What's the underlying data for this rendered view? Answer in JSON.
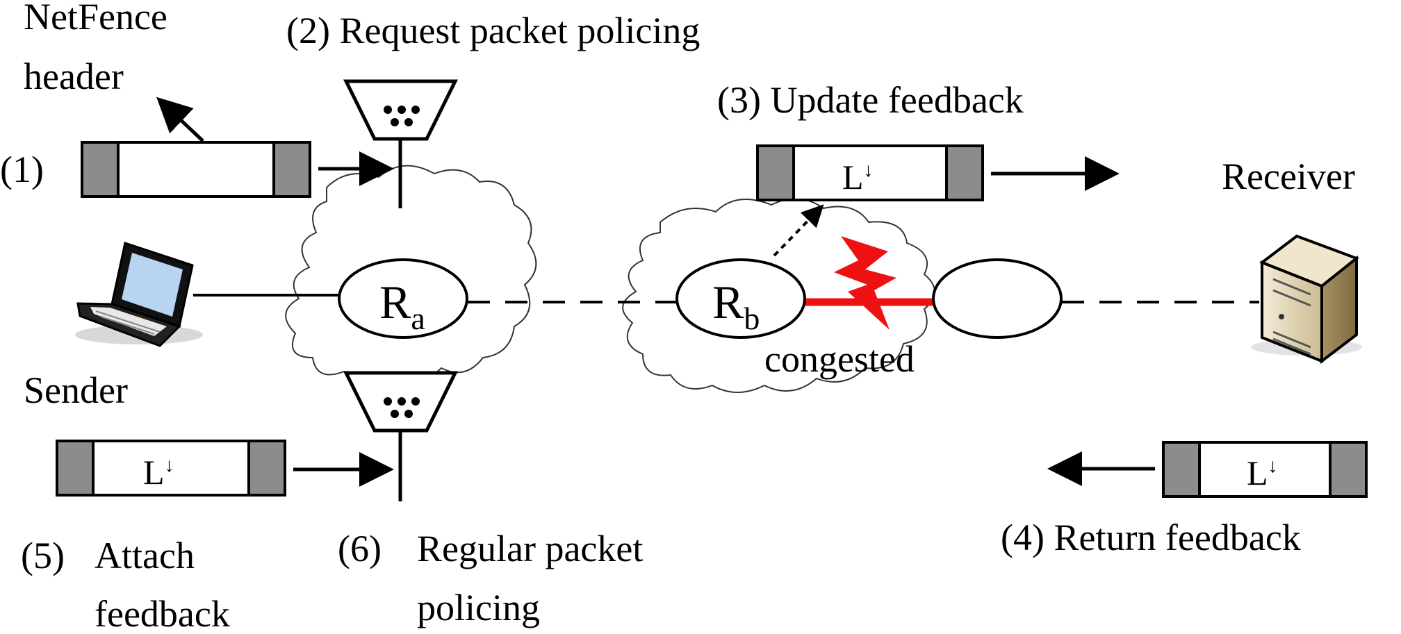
{
  "labels": {
    "netfence_header_line1": "NetFence",
    "netfence_header_line2": "header",
    "step1": "(1)",
    "step2": "(2) Request packet policing",
    "step3": "(3) Update feedback",
    "step4": "(4) Return feedback",
    "step5_num": "(5)",
    "step5_line1": "Attach",
    "step5_line2": "feedback",
    "step6_num": "(6)",
    "step6_line1": "Regular packet",
    "step6_line2": "policing",
    "sender": "Sender",
    "receiver": "Receiver",
    "congested": "congested"
  },
  "routers": {
    "ra_letter": "R",
    "ra_sub": "a",
    "rb_letter": "R",
    "rb_sub": "b"
  },
  "packet": {
    "feedback_letter": "L",
    "feedback_arrow": "↓"
  },
  "colors": {
    "congested_link": "#ee1111",
    "lightning": "#ee1111",
    "packet_header": "#8c8c8c",
    "cloud_stroke": "#333333"
  }
}
